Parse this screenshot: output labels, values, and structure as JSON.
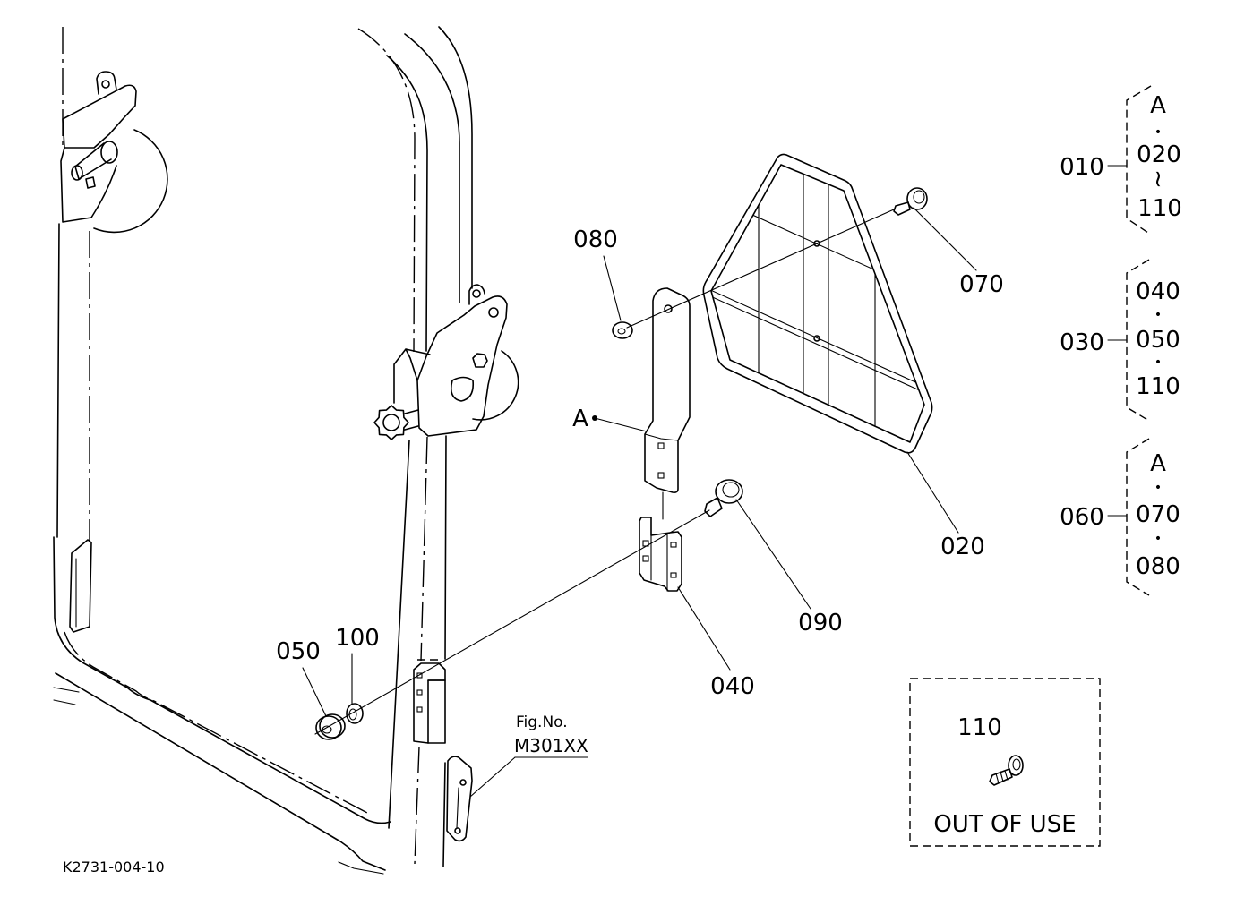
{
  "drawing_id": "K2731-004-10",
  "figure_reference": {
    "label": "Fig.No.",
    "number": "M301XX"
  },
  "callouts": {
    "p080": "080",
    "p070": "070",
    "p020": "020",
    "p090": "090",
    "p040": "040",
    "p050": "050",
    "p100": "100",
    "ref_a": "A"
  },
  "out_of_use": {
    "part": "110",
    "note": "OUT OF USE"
  },
  "assemblies": [
    {
      "number": "010",
      "items": [
        "A",
        "•",
        "020",
        "~",
        "110"
      ]
    },
    {
      "number": "030",
      "items": [
        "040",
        "•",
        "050",
        "•",
        "110"
      ]
    },
    {
      "number": "060",
      "items": [
        "A",
        "•",
        "070",
        "•",
        "080"
      ]
    }
  ],
  "colors": {
    "line": "#000000",
    "background": "#ffffff"
  }
}
